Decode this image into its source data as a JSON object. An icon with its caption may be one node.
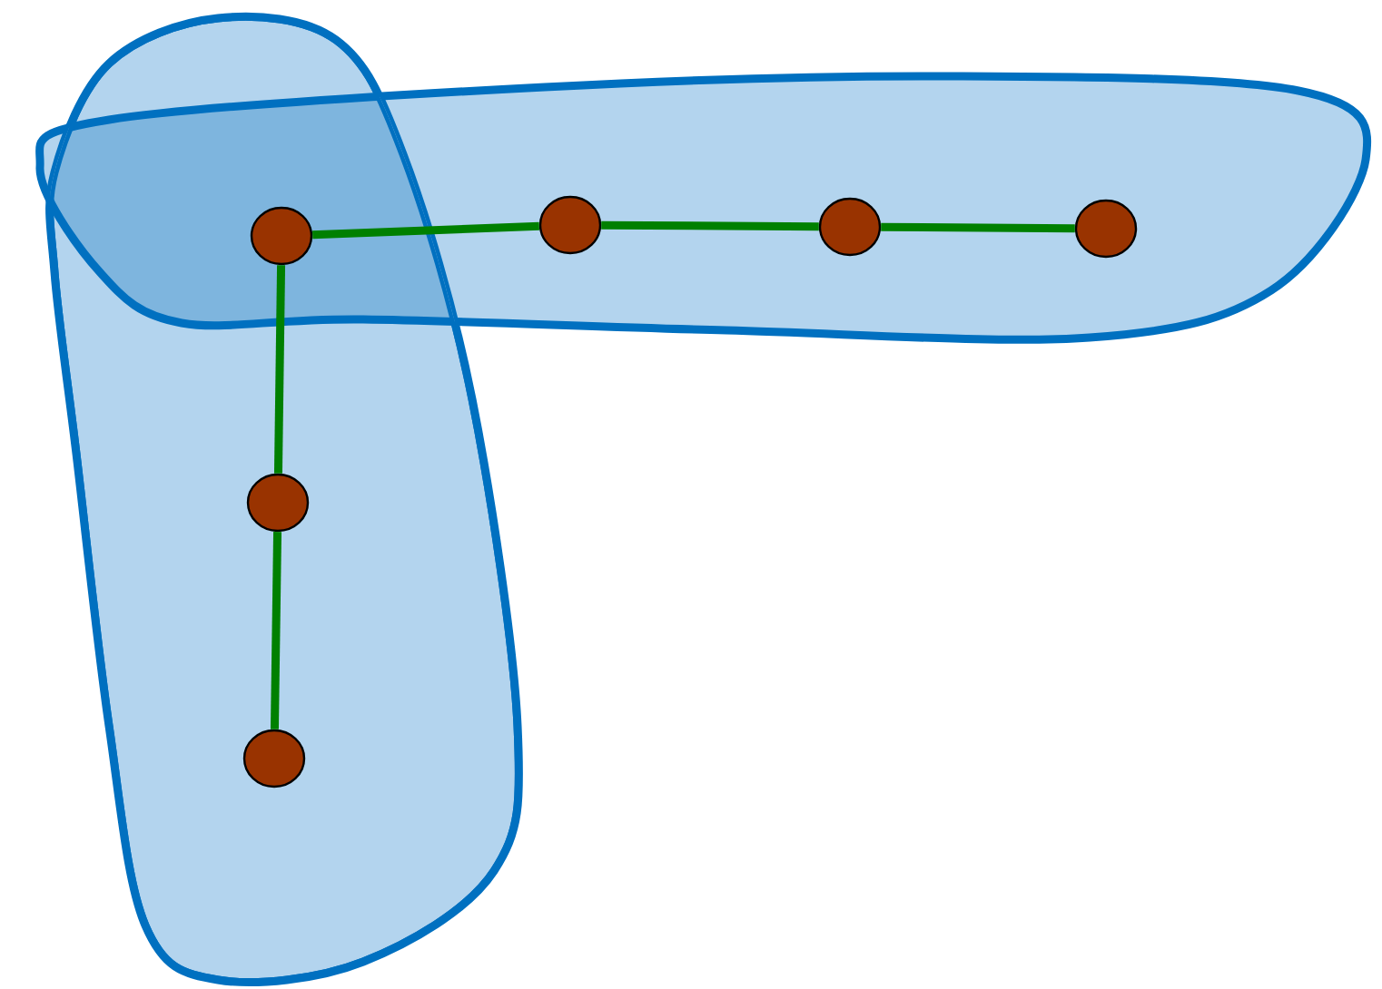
{
  "diagram": {
    "nodes": [
      {
        "text": [],
        "shape": "blob"
      },
      {
        "text": [],
        "shape": "blob"
      },
      {
        "text": [],
        "shape": "circle"
      },
      {
        "text": [],
        "shape": "circle",
        "in": 0
      },
      {
        "text": [],
        "shape": "circle",
        "in": 0
      },
      {
        "text": [],
        "shape": "circle",
        "in": 0
      },
      {
        "text": [],
        "shape": "circle",
        "in": 1
      },
      {
        "text": [],
        "shape": "circle",
        "in": 1
      }
    ],
    "edges": [
      {
        "from": 2,
        "to": 3,
        "arrow": "none"
      },
      {
        "from": 3,
        "to": 4,
        "arrow": "none"
      },
      {
        "from": 4,
        "to": 5,
        "arrow": "none"
      },
      {
        "from": 2,
        "to": 6,
        "arrow": "none"
      },
      {
        "from": 6,
        "to": 7,
        "arrow": "none"
      }
    ]
  }
}
